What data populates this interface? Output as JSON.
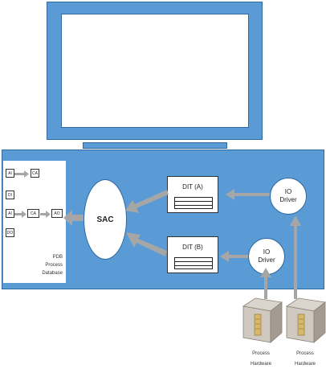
{
  "pdb": {
    "caption": [
      "PDB",
      "Process",
      "Database"
    ],
    "cells": {
      "ai1": "AI",
      "ca1": "CA",
      "di": "DI",
      "ai2": "AI",
      "ca2": "CA",
      "ao": "AO",
      "do": "DO"
    }
  },
  "sac": {
    "label": "SAC"
  },
  "dit_a": {
    "title": "DIT (A)"
  },
  "dit_b": {
    "title": "DIT (B)"
  },
  "driver_top": {
    "line1": "IO",
    "line2": "Driver"
  },
  "driver_bottom": {
    "line1": "IO",
    "line2": "Driver"
  },
  "hardware_left": {
    "line1": "Process",
    "line2": "Hardware"
  },
  "hardware_right": {
    "line1": "Process",
    "line2": "Hardware"
  },
  "colors": {
    "panel": "#5b9bd5",
    "arrow": "#a6a6a6",
    "outline": "#2e6aa0"
  }
}
